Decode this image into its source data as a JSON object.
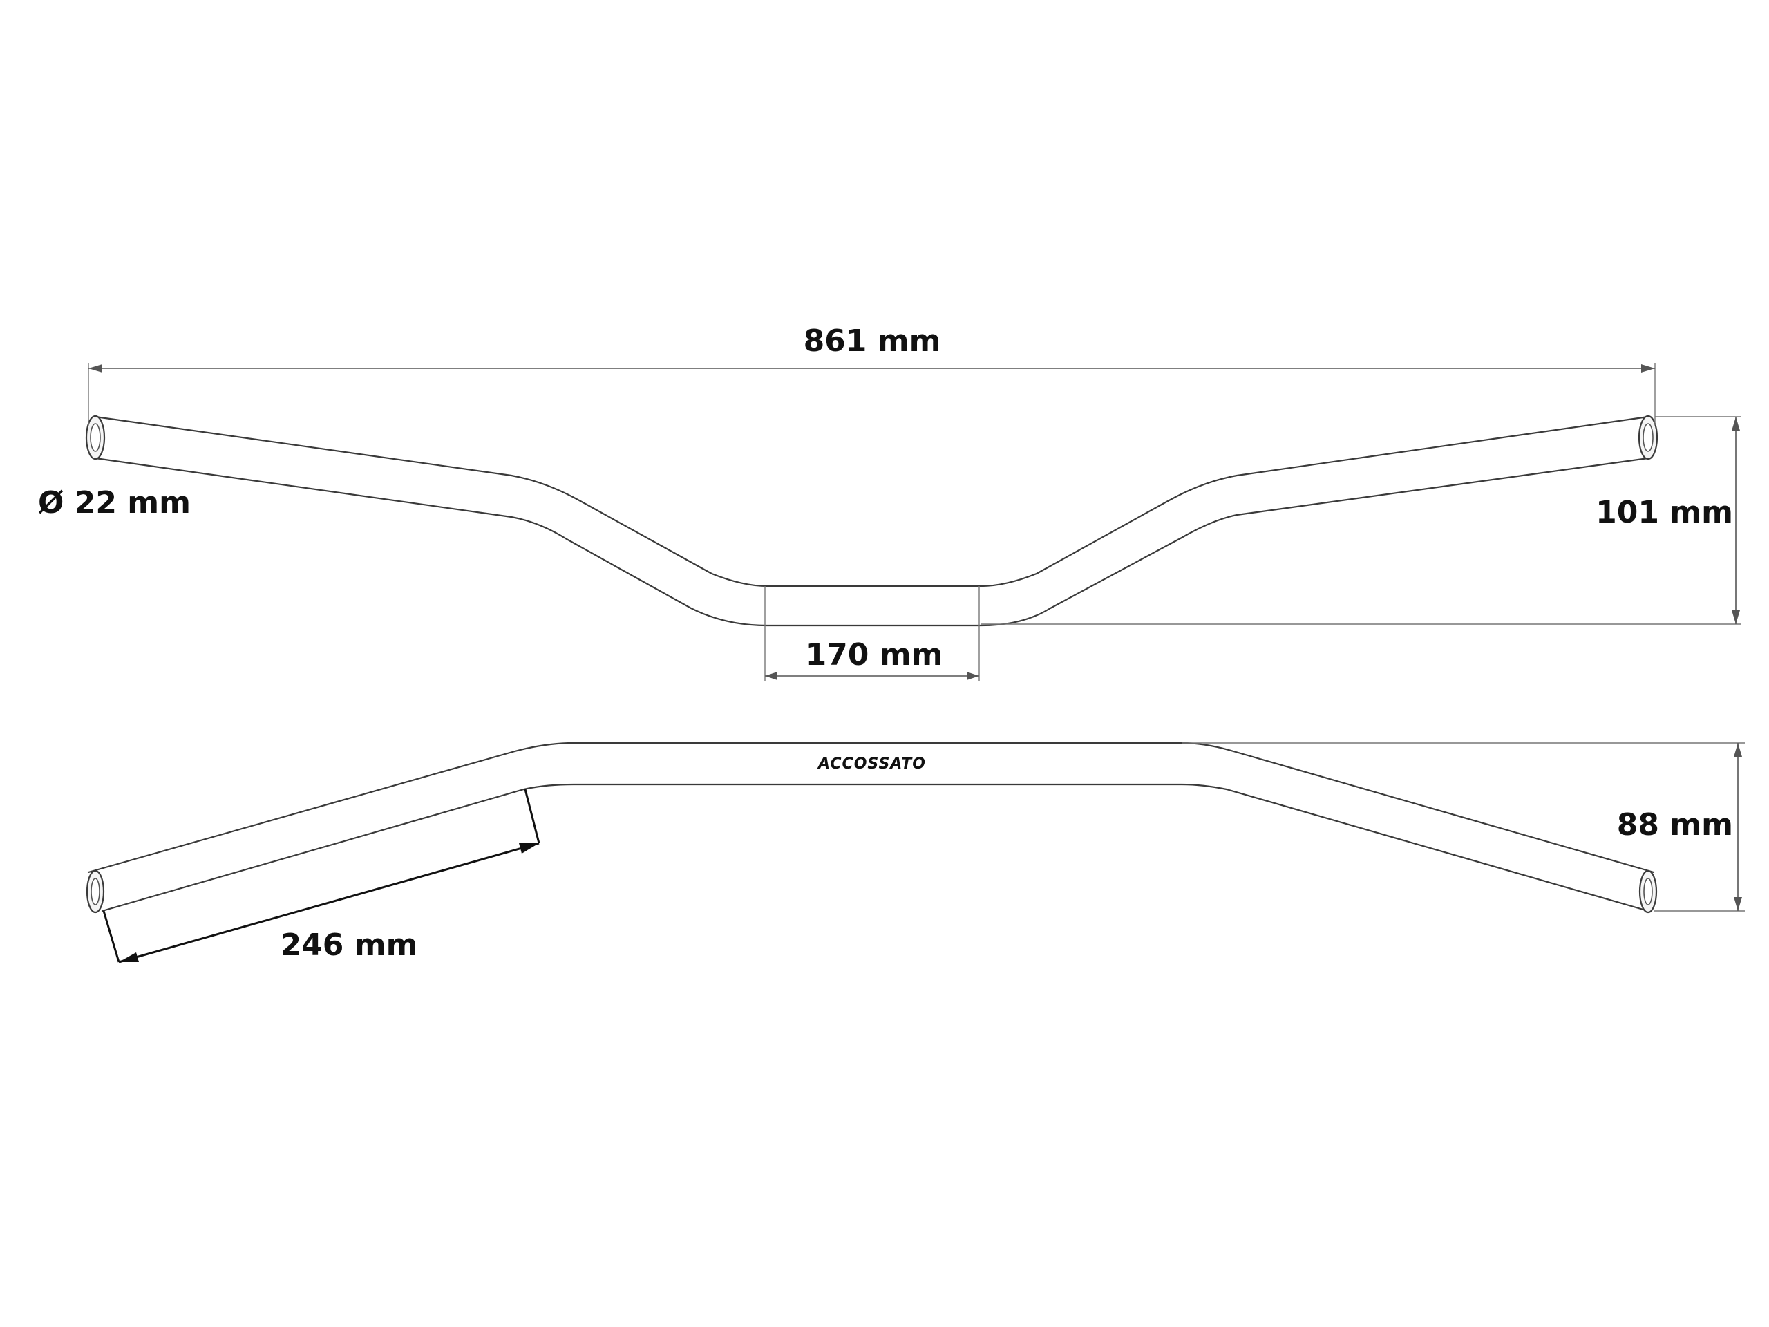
{
  "dimensions": {
    "overall_width": "861 mm",
    "tube_diameter": "Ø 22 mm",
    "rise": "101 mm",
    "center_width": "170 mm",
    "pullback": "88 mm",
    "grip_length": "246 mm"
  },
  "brand": {
    "logo_text": "ACCOSSATO"
  },
  "colors": {
    "line": "#3a3a3a",
    "text": "#111111"
  }
}
